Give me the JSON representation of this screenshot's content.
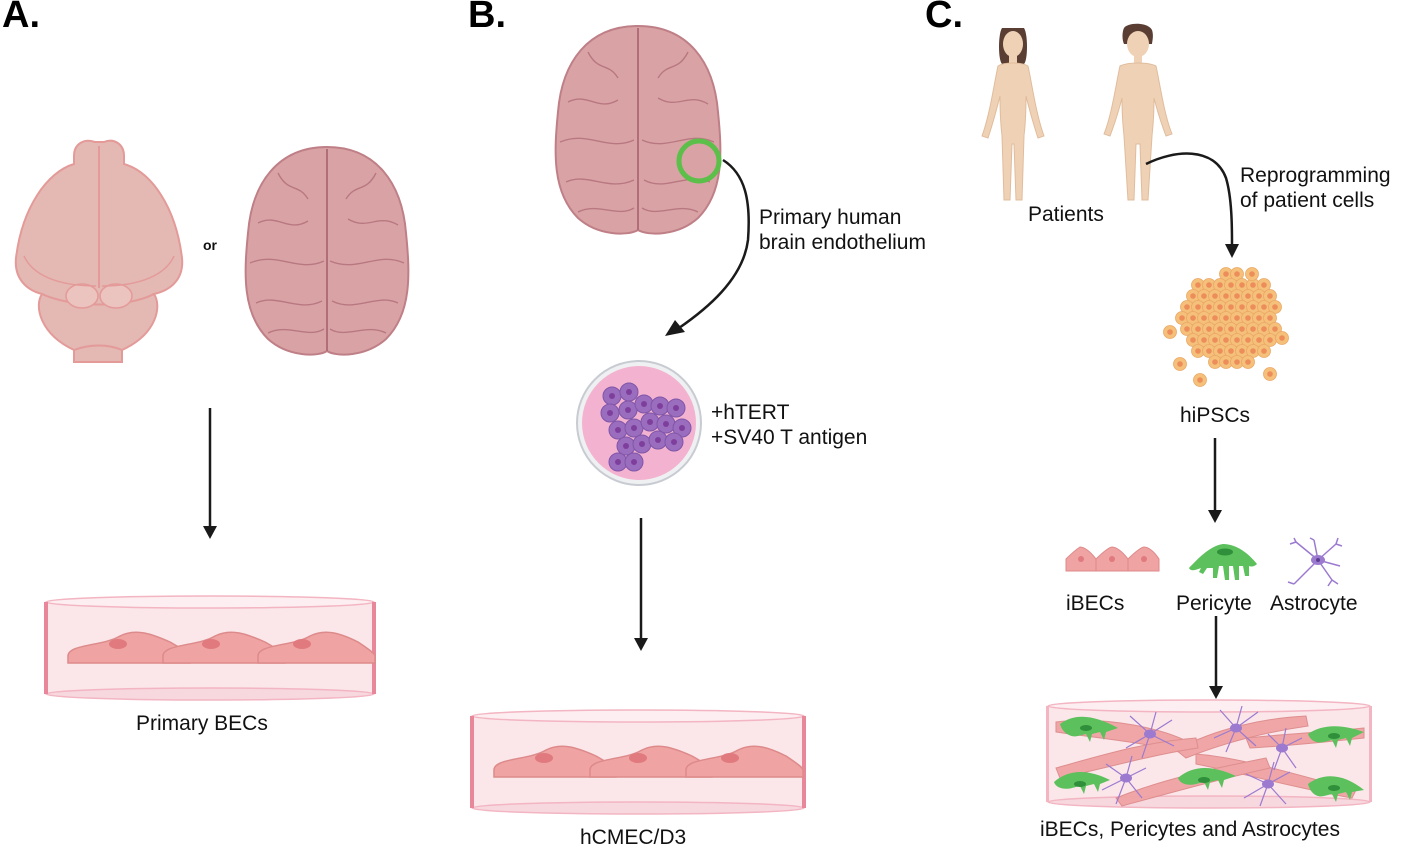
{
  "panels": [
    {
      "label": "A.",
      "connector": "or",
      "sources": [
        "mouse-brain",
        "human-brain"
      ],
      "result_caption": "Primary BECs"
    },
    {
      "label": "B.",
      "process_label_line1": "Primary human",
      "process_label_line2": "brain endothelium",
      "treatment_line1": "+hTERT",
      "treatment_line2": "+SV40 T antigen",
      "result_caption": "hCMEC/D3"
    },
    {
      "label": "C.",
      "source_caption": "Patients",
      "process_label_line1": "Reprogramming",
      "process_label_line2": "of patient cells",
      "stem_cell_caption": "hiPSCs",
      "cell_types": [
        "iBECs",
        "Pericyte",
        "Astrocyte"
      ],
      "result_caption": "iBECs, Pericytes and Astrocytes"
    }
  ],
  "colors": {
    "brain_pink": "#d9a3a6",
    "mouse_brain": "#e4b8b3",
    "endothelial": "#f0a3a3",
    "nucleus": "#e07a7e",
    "dish_fill": "#fbe6ea",
    "dish_edge": "#e8869a",
    "hcmec_colony": "#9b6dbf",
    "hipsc": "#f5c07a",
    "hipsc_nucleus": "#ec8d5a",
    "pericyte": "#5cc05c",
    "astrocyte": "#9b7ad0",
    "highlight_ring": "#5cbf49",
    "skin": "#efd2b6",
    "hair": "#5a3e33",
    "arrow": "#1a1a1a"
  }
}
